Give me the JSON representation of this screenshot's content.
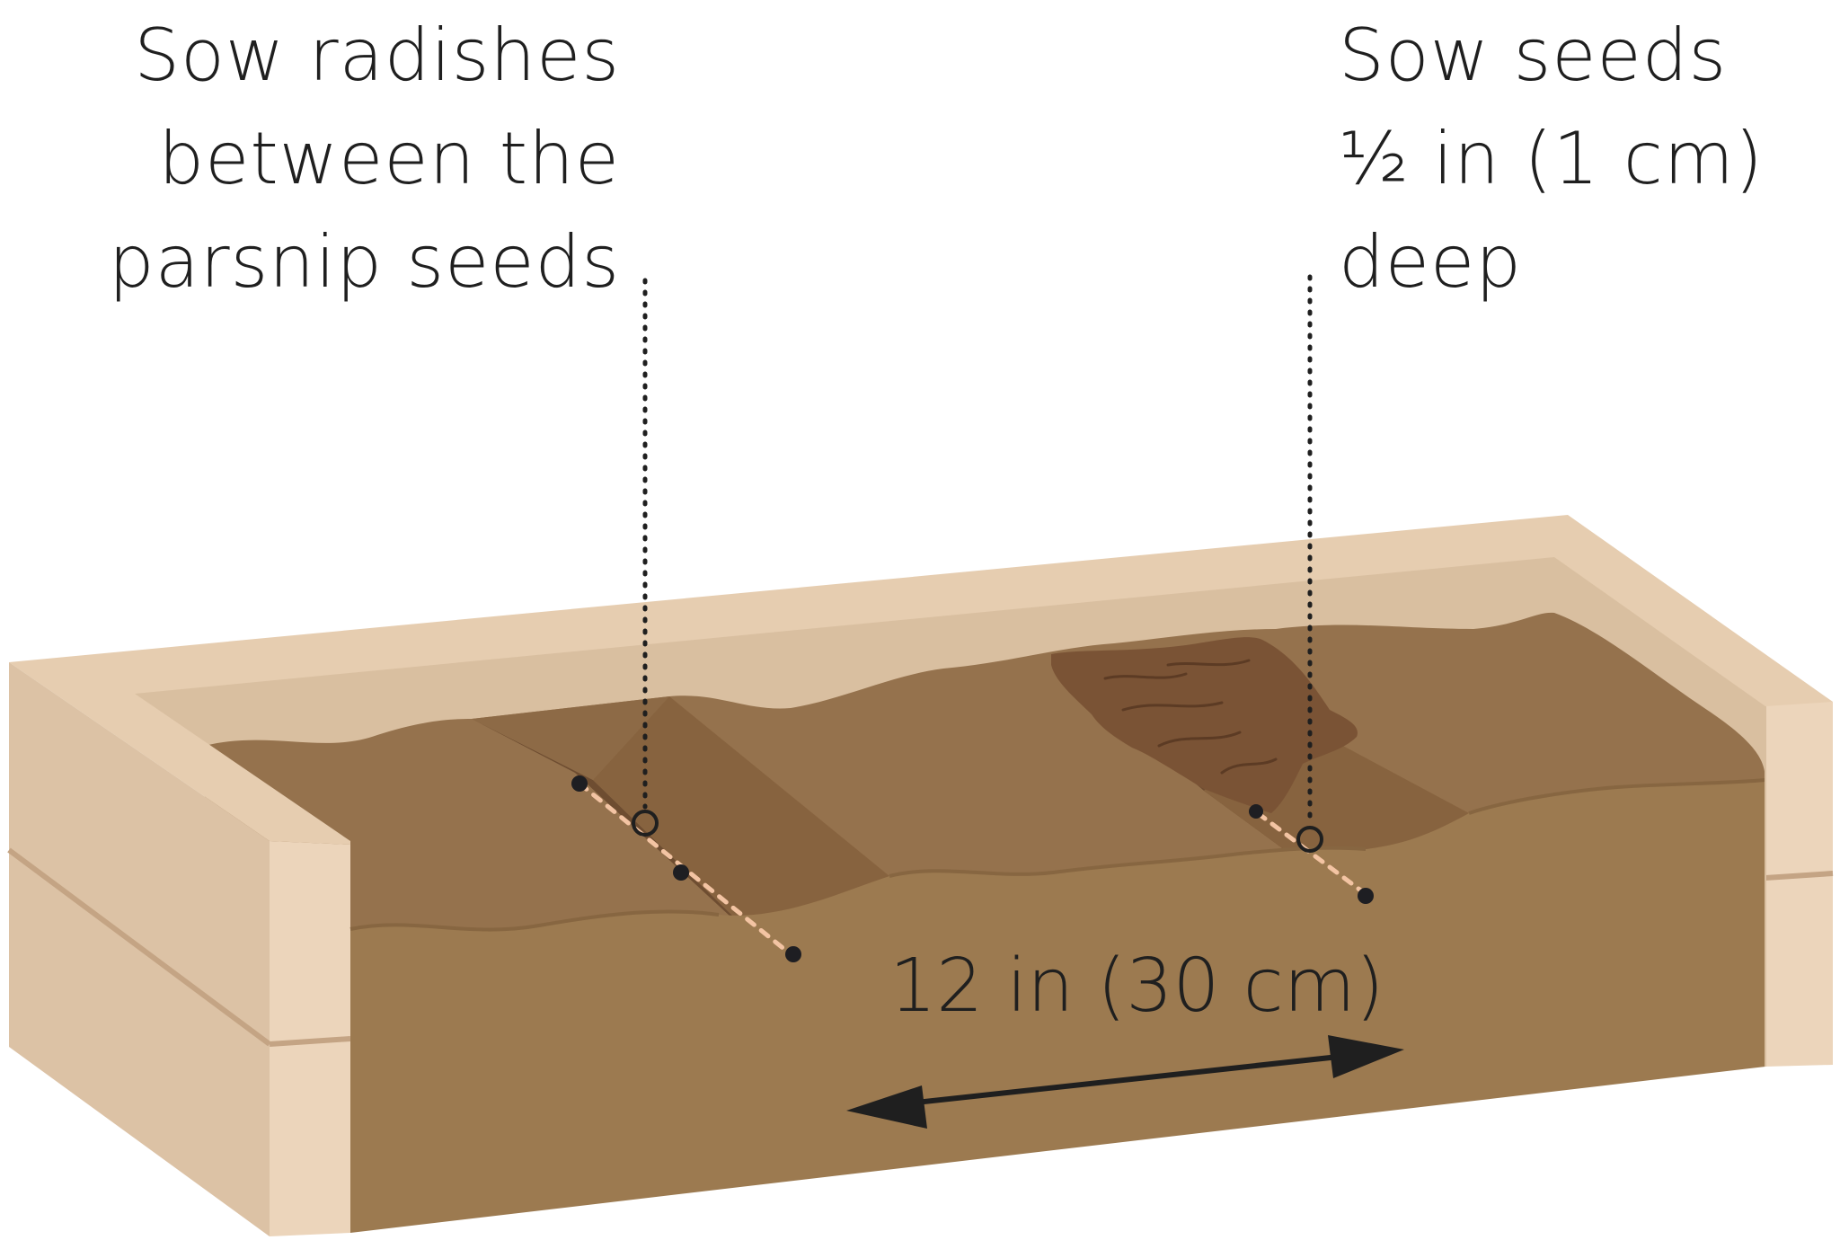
{
  "annotations": {
    "left_callout": {
      "lines": [
        "Sow radishes",
        "between the",
        "parsnip seeds"
      ]
    },
    "right_callout": {
      "lines": [
        "Sow seeds",
        "½ in (1 cm)",
        "deep"
      ]
    },
    "spacing": {
      "text": "12 in (30 cm)"
    }
  },
  "colors": {
    "frame_light": "#e6cdb0",
    "frame_inner": "#d9bfa0",
    "soil_front": "#9c7a50",
    "soil_top": "#95724d",
    "soil_slope": "#8a6542",
    "soil_dark": "#6e4d31",
    "seed": "#1e1e22",
    "seed_line": "#f3c4a3",
    "text": "#1f1f1f"
  }
}
